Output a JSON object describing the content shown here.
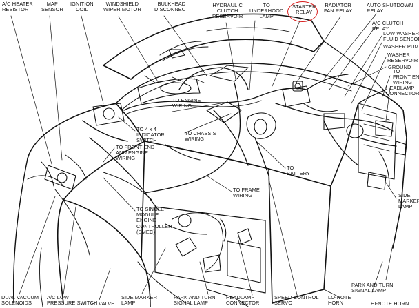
{
  "labels": {
    "ac_heater_resistor": "A/C HEATER\nRESISTOR",
    "map_sensor": "MAP\nSENSOR",
    "ignition_coil": "IGNITION\nCOIL",
    "windshield_wiper_motor": "WINDSHIELD\nWIPER MOTOR",
    "bulkhead_disconnect": "BULKHEAD\nDISCONNECT",
    "hydraulic_clutch_reservoir": "HYDRAULIC\nCLUTCH\nRESERVOIR",
    "to_underhood_lamp": "TO\nUNDERHOOD\nLAMP",
    "starter_relay": "STARTER\nRELAY",
    "radiator_fan_relay": "RADIATOR\nFAN RELAY",
    "auto_shutdown_relay": "AUTO SHUTDOWN\nRELAY",
    "ac_clutch_relay": "A/C CLUTCH\nRELAY",
    "low_washer_fluid_sensor": "LOW WASHER\nFLUID SENSOR",
    "washer_pump": "WASHER PUMP",
    "washer_reservoir": "WASHER\nRESERVOIR",
    "ground": "GROUND",
    "to_front_end_wiring_right": "TO\nFRONT END\nWIRING",
    "headlamp_connector_right": "HEADLAMP\nCONNECTOR",
    "to_engine_wiring": "TO ENGINE\nWIRING",
    "to_4x4_indicator_switch": "TO 4 x 4\nINDICATOR\nSWITCH",
    "to_chassis_wiring": "TO CHASSIS\nWIRING",
    "to_front_end_and_engine_wiring": "TO FRONT END\nAND ENGINE\nWIRING",
    "to_battery": "TO\nBATTERY",
    "to_frame_wiring": "TO FRAME\nWIRING",
    "to_single_module_engine_controller": "TO SINGLE\nMODULE\nENGINE\nCONTROLLER\n(SMEC)",
    "side_marker_lamp_right": "SIDE\nMARKER\nLAMP",
    "park_and_turn_signal_lamp_right": "PARK AND TURN\nSIGNAL LAMP",
    "dual_vacuum_solenoids": "DUAL VACUUM\nSOLENOIDS",
    "ac_low_pressure_switch": "A/C LOW\nPRESSURE SWITCH",
    "h_valve": "\"H\" VALVE",
    "side_marker_lamp_bottom": "SIDE MARKER\nLAMP",
    "park_and_turn_signal_lamp_bottom": "PARK AND TURN\nSIGNAL LAMP",
    "headlamp_connector_bottom": "HEADLAMP\nCONNECTOR",
    "speed_control_servo": "SPEED CONTROL\nSERVO",
    "lo_note_horn": "LO-NOTE\nHORN",
    "hi_note_horn": "HI-NOTE HORN"
  },
  "highlight": {
    "target": "starter_relay",
    "color": "#d81e1e"
  }
}
